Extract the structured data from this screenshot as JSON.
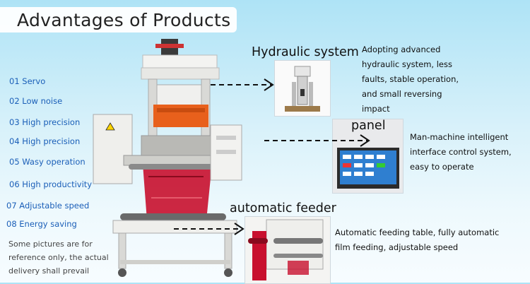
{
  "header": {
    "title": "Advantages of Products"
  },
  "features": [
    {
      "label": "01 Servo"
    },
    {
      "label": "02 Low noise"
    },
    {
      "label": "03 High precision"
    },
    {
      "label": "04 High precision"
    },
    {
      "label": "05 Wasy operation"
    },
    {
      "label": "06 High productivity"
    },
    {
      "label": "07  Adjustable speed"
    },
    {
      "label": "08 Energy saving"
    }
  ],
  "note": {
    "text": "Some pictures are for reference only, the actual delivery shall prevail"
  },
  "callouts": {
    "hydraulic": {
      "title": "Hydraulic system",
      "line1": "Adopting advanced",
      "line2": "hydraulic system, less",
      "line3": "faults, stable operation,",
      "line4": "and small reversing",
      "line5": "impact"
    },
    "panel": {
      "title": "panel",
      "line1": "Man-machine intelligent",
      "line2": "interface control system,",
      "line3": "easy to operate"
    },
    "feeder": {
      "title": "automatic feeder",
      "line1": "Automatic feeding table, fully automatic",
      "line2": "film feeding, adjustable speed"
    }
  },
  "colors": {
    "feature_text": "#1b5fb8",
    "press_orange": "#e8601c",
    "film_red": "#c8102e",
    "frame_white": "#f2f2f0",
    "screen_blue": "#2f7fd0"
  }
}
